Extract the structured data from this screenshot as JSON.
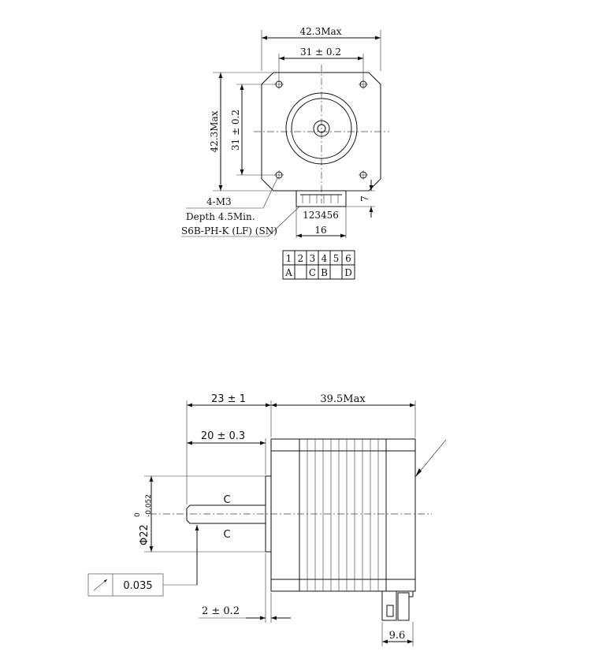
{
  "front_view": {
    "overall_width": "42.3Max",
    "hole_spacing_h": "31 ± 0.2",
    "overall_height": "42.3Max",
    "hole_spacing_v": "31 ± 0.2",
    "mount_holes": "4-M3",
    "hole_depth": "Depth 4.5Min.",
    "connector_model": "S6B-PH-K (LF) (SN)",
    "connector_pins": "123456",
    "connector_width": "16",
    "connector_height": "7"
  },
  "pin_table": {
    "pins": [
      "1",
      "2",
      "3",
      "4",
      "5",
      "6"
    ],
    "phases": [
      "A",
      "",
      "C",
      "B",
      "",
      "D"
    ]
  },
  "side_view": {
    "shaft_total": "23 ± 1",
    "body_length": "39.5Max",
    "shaft_length": "20 ± 0.3",
    "boss_diameter": "Φ22",
    "boss_tol_upper": "0",
    "boss_tol_lower": "-0.052",
    "flat_mark_top": "C",
    "flat_mark_bottom": "C",
    "runout_value": "0.035",
    "boss_height": "2 ± 0.2",
    "connector_depth": "9.6"
  }
}
